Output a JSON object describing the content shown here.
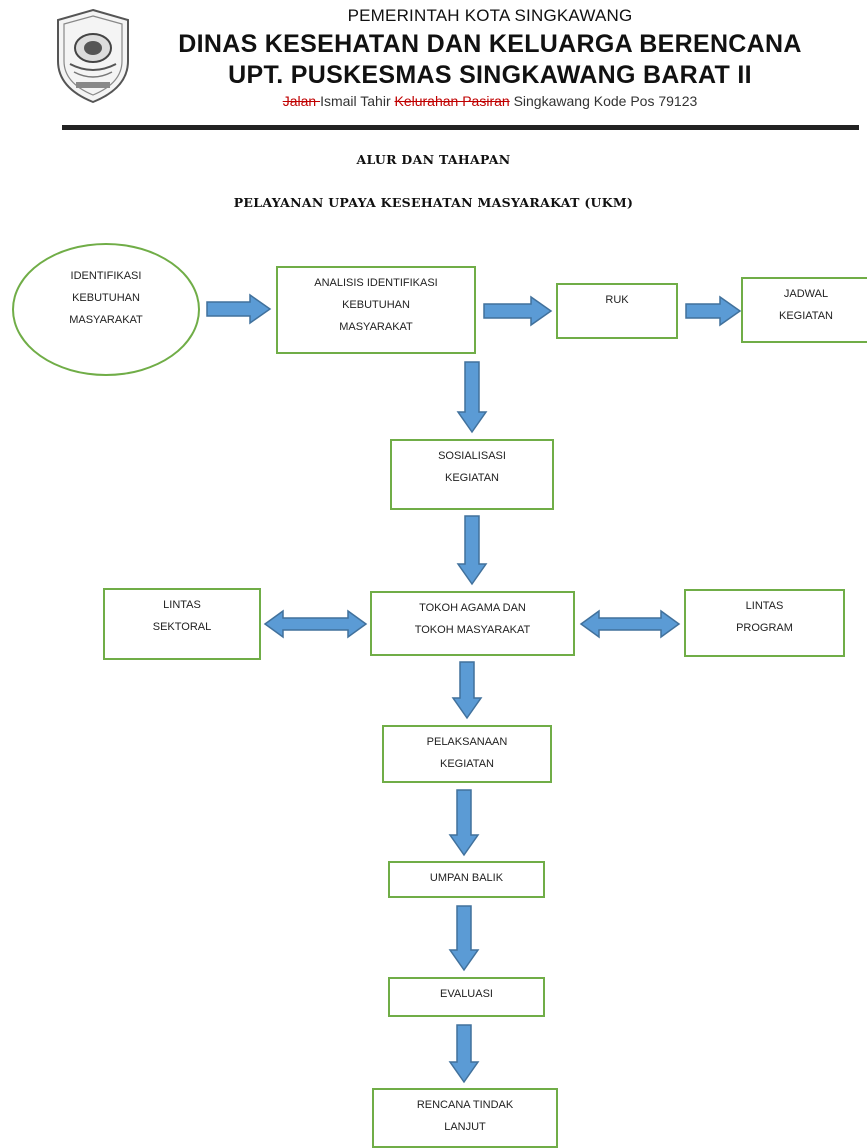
{
  "header": {
    "line1": "PEMERINTAH KOTA SINGKAWANG",
    "line2": "DINAS KESEHATAN DAN KELUARGA BERENCANA",
    "line3": "UPT. PUSKESMAS SINGKAWANG BARAT II",
    "address_struck_1": "Jalan ",
    "address_1": "Ismail Tahir ",
    "address_struck_2": "Kelurahan Pasiran",
    "address_2": " Singkawang Kode Pos 79123"
  },
  "title": {
    "line1": "ALUR DAN TAHAPAN",
    "line2": "PELAYANAN UPAYA KESEHATAN MASYARAKAT (UKM)"
  },
  "nodes": {
    "identifikasi": "IDENTIFIKASI\nKEBUTUHAN\nMASYARAKAT",
    "analisis": "ANALISIS IDENTIFIKASI\nKEBUTUHAN\nMASYARAKAT",
    "ruk": "RUK",
    "jadwal": "JADWAL\nKEGIATAN",
    "sosialisasi": "SOSIALISASI\nKEGIATAN",
    "lintas_sektoral": "LINTAS\nSEKTORAL",
    "tokoh": "TOKOH AGAMA DAN\nTOKOH MASYARAKAT",
    "lintas_program": "LINTAS\nPROGRAM",
    "pelaksanaan": "PELAKSANAAN\nKEGIATAN",
    "umpan_balik": "UMPAN BALIK",
    "evaluasi": "EVALUASI",
    "rencana": "RENCANA TINDAK\nLANJUT"
  },
  "colors": {
    "box_border": "#70ad47",
    "arrow_fill": "#5b9bd5",
    "arrow_stroke": "#41719c"
  }
}
